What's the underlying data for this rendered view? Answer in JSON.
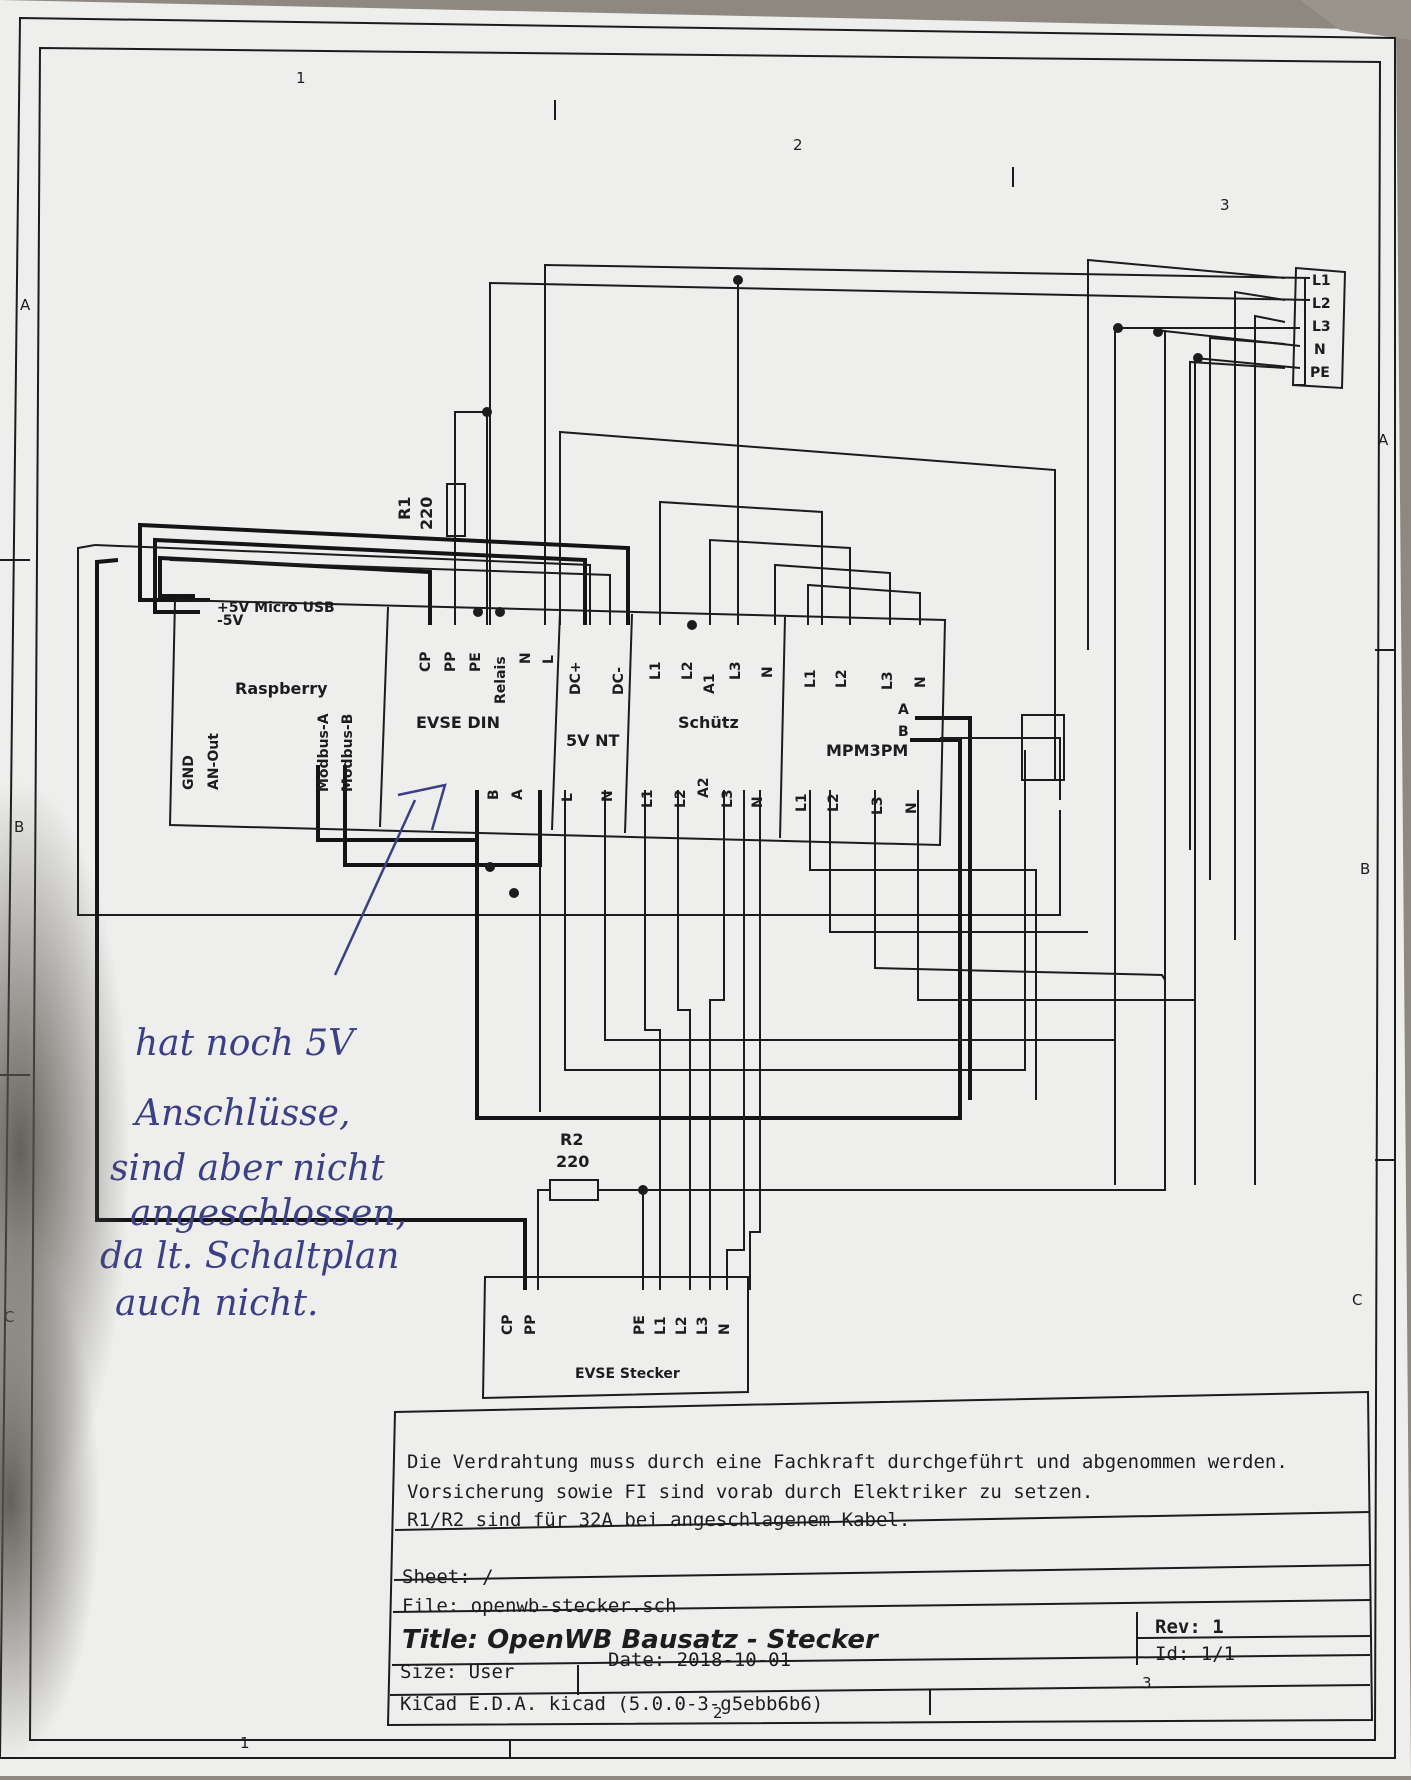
{
  "sheet_zones": {
    "columns": [
      "1",
      "2",
      "3"
    ],
    "rows": [
      "A",
      "B",
      "C"
    ]
  },
  "components": {
    "raspberry": {
      "label": "Raspberry",
      "pins_top": [
        "+5V Micro USB",
        "-5V"
      ],
      "pins_bottom": [
        "GND",
        "AN-Out",
        "Modbus-A",
        "Modbus-B"
      ]
    },
    "evse_din": {
      "label": "EVSE DIN",
      "pins_top": [
        "CP",
        "PP",
        "PE",
        "Relais",
        "N",
        "L"
      ],
      "pins_bottom": [
        "B",
        "A"
      ]
    },
    "nt_5v": {
      "label": "5V NT",
      "pins_top": [
        "DC+",
        "DC-"
      ],
      "pins_bottom": [
        "L",
        "N"
      ]
    },
    "schuetz": {
      "label": "Schütz",
      "pins_top": [
        "L1",
        "L2",
        "A1",
        "L3",
        "N"
      ],
      "pins_bottom": [
        "L1",
        "L2",
        "A2",
        "L3",
        "N"
      ]
    },
    "mpm3pm": {
      "label": "MPM3PM",
      "pins_top": [
        "L1",
        "L2",
        "L3",
        "N"
      ],
      "pins_right": [
        "A",
        "B"
      ],
      "pins_bottom": [
        "L1",
        "L2",
        "L3",
        "N"
      ]
    },
    "mains": {
      "pins": [
        "L1",
        "L2",
        "L3",
        "N",
        "PE"
      ]
    },
    "evse_stecker": {
      "label": "EVSE Stecker",
      "pins": [
        "CP",
        "PP",
        "PE",
        "L1",
        "L2",
        "L3",
        "N"
      ]
    },
    "r1": {
      "ref": "R1",
      "value": "220"
    },
    "r2": {
      "ref": "R2",
      "value": "220"
    }
  },
  "handwritten_note": [
    "hat noch 5V",
    "Anschlüsse,",
    "sind aber nicht",
    "angeschlossen,",
    "da lt. Schaltplan",
    "auch nicht."
  ],
  "notes": [
    "Die Verdrahtung muss durch eine Fachkraft durchgeführt und abgenommen werden.",
    "Vorsicherung sowie FI sind vorab durch Elektriker zu setzen.",
    "R1/R2 sind für 32A bei angeschlagenem Kabel."
  ],
  "title_block": {
    "sheet": "Sheet: /",
    "file": "File: openwb-stecker.sch",
    "title": "Title: OpenWB Bausatz - Stecker",
    "size": "Size: User",
    "date": "Date: 2018-10-01",
    "kicad": "KiCad E.D.A.  kicad (5.0.0-3-g5ebb6b6)",
    "rev": "Rev: 1",
    "id": "Id: 1/1"
  },
  "colors": {
    "paper": "#eeeeec",
    "ink": "#1c1c1e",
    "pen": "#3b3f86",
    "background": "#8e8880"
  }
}
